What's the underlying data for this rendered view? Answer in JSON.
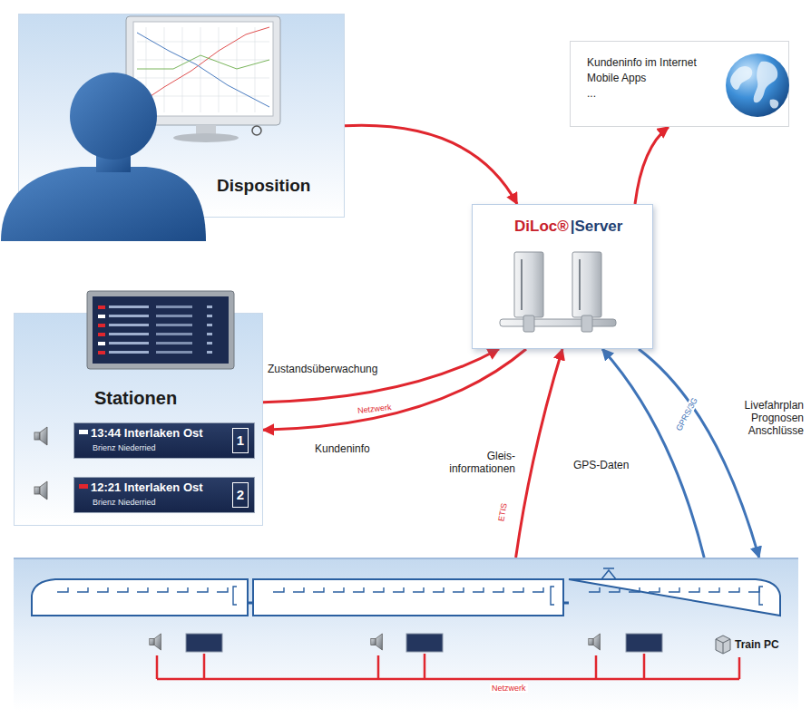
{
  "diagram": {
    "nodes": [
      {
        "text": [
          "Disposition"
        ]
      },
      {
        "text": [
          "Kundeninfo im Internet",
          "Mobile Apps",
          "..."
        ]
      },
      {
        "text": [
          "DiLoc®",
          "|Server"
        ]
      },
      {
        "text": [
          "Stationen"
        ]
      },
      {
        "text": [
          "13:44 Interlaken Ost",
          "Brienz Niederried",
          "1"
        ],
        "in": 3
      },
      {
        "text": [
          "12:21 Interlaken Ost",
          "Brienz Niederried",
          "2"
        ],
        "in": 3
      },
      {
        "text": [
          "Train PC"
        ]
      }
    ],
    "edges": [
      {
        "from": 0,
        "to": 2,
        "arrow": "to"
      },
      {
        "from": 2,
        "to": 1,
        "arrow": "to"
      },
      {
        "from": 3,
        "to": 2,
        "label": "Zustandsüberwachung",
        "arrow": "to"
      },
      {
        "from": 2,
        "to": 3,
        "label": "Kundeninfo",
        "arrow": "to"
      },
      {
        "from": 6,
        "to": 2,
        "label": "Gleis- informationen",
        "arrow": "to"
      },
      {
        "from": 6,
        "to": 2,
        "label": "GPS-Daten",
        "arrow": "to"
      },
      {
        "from": 2,
        "to": 6,
        "label": "Livefahrplan Prognosen Anschlüsse",
        "arrow": "to"
      }
    ],
    "labels": [
      "Netzwerk",
      "ETIS",
      "GPRS/3G",
      "Netzwerk"
    ]
  }
}
